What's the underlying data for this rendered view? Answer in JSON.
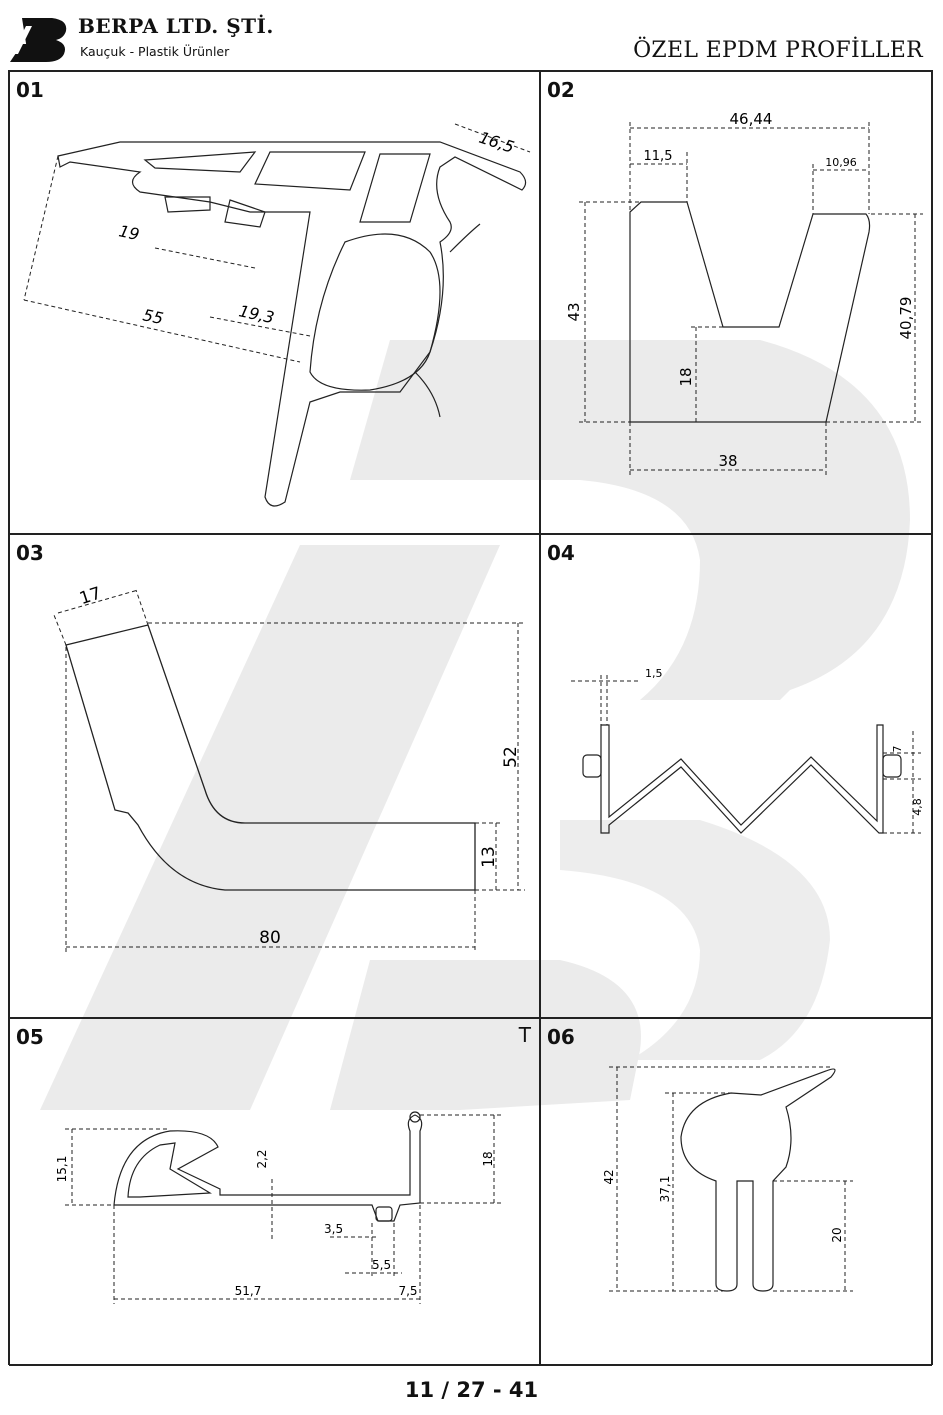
{
  "header": {
    "company_name": "BERPA LTD. ŞTİ.",
    "company_sub": "Kauçuk - Plastik Ürünler",
    "page_title": "ÖZEL EPDM PROFİLLER"
  },
  "panels": [
    {
      "number": "01",
      "dims": [
        "16,5",
        "19",
        "55",
        "19,3"
      ]
    },
    {
      "number": "02",
      "dims": [
        "46,44",
        "11,5",
        "10,96",
        "43",
        "40,79",
        "18",
        "38"
      ]
    },
    {
      "number": "03",
      "dims": [
        "17",
        "52",
        "13",
        "80"
      ]
    },
    {
      "number": "04",
      "dims": [
        "1,5",
        "4,8",
        "7"
      ]
    },
    {
      "number": "05",
      "mark": "T",
      "dims": [
        "15,1",
        "2,2",
        "18",
        "3,5",
        "5,5",
        "51,7",
        "7,5"
      ]
    },
    {
      "number": "06",
      "dims": [
        "42",
        "37,1",
        "20"
      ]
    }
  ],
  "footer": {
    "page_number": "11 / 27 - 41"
  },
  "colors": {
    "watermark": "#ebebeb",
    "lines": "#222222"
  }
}
